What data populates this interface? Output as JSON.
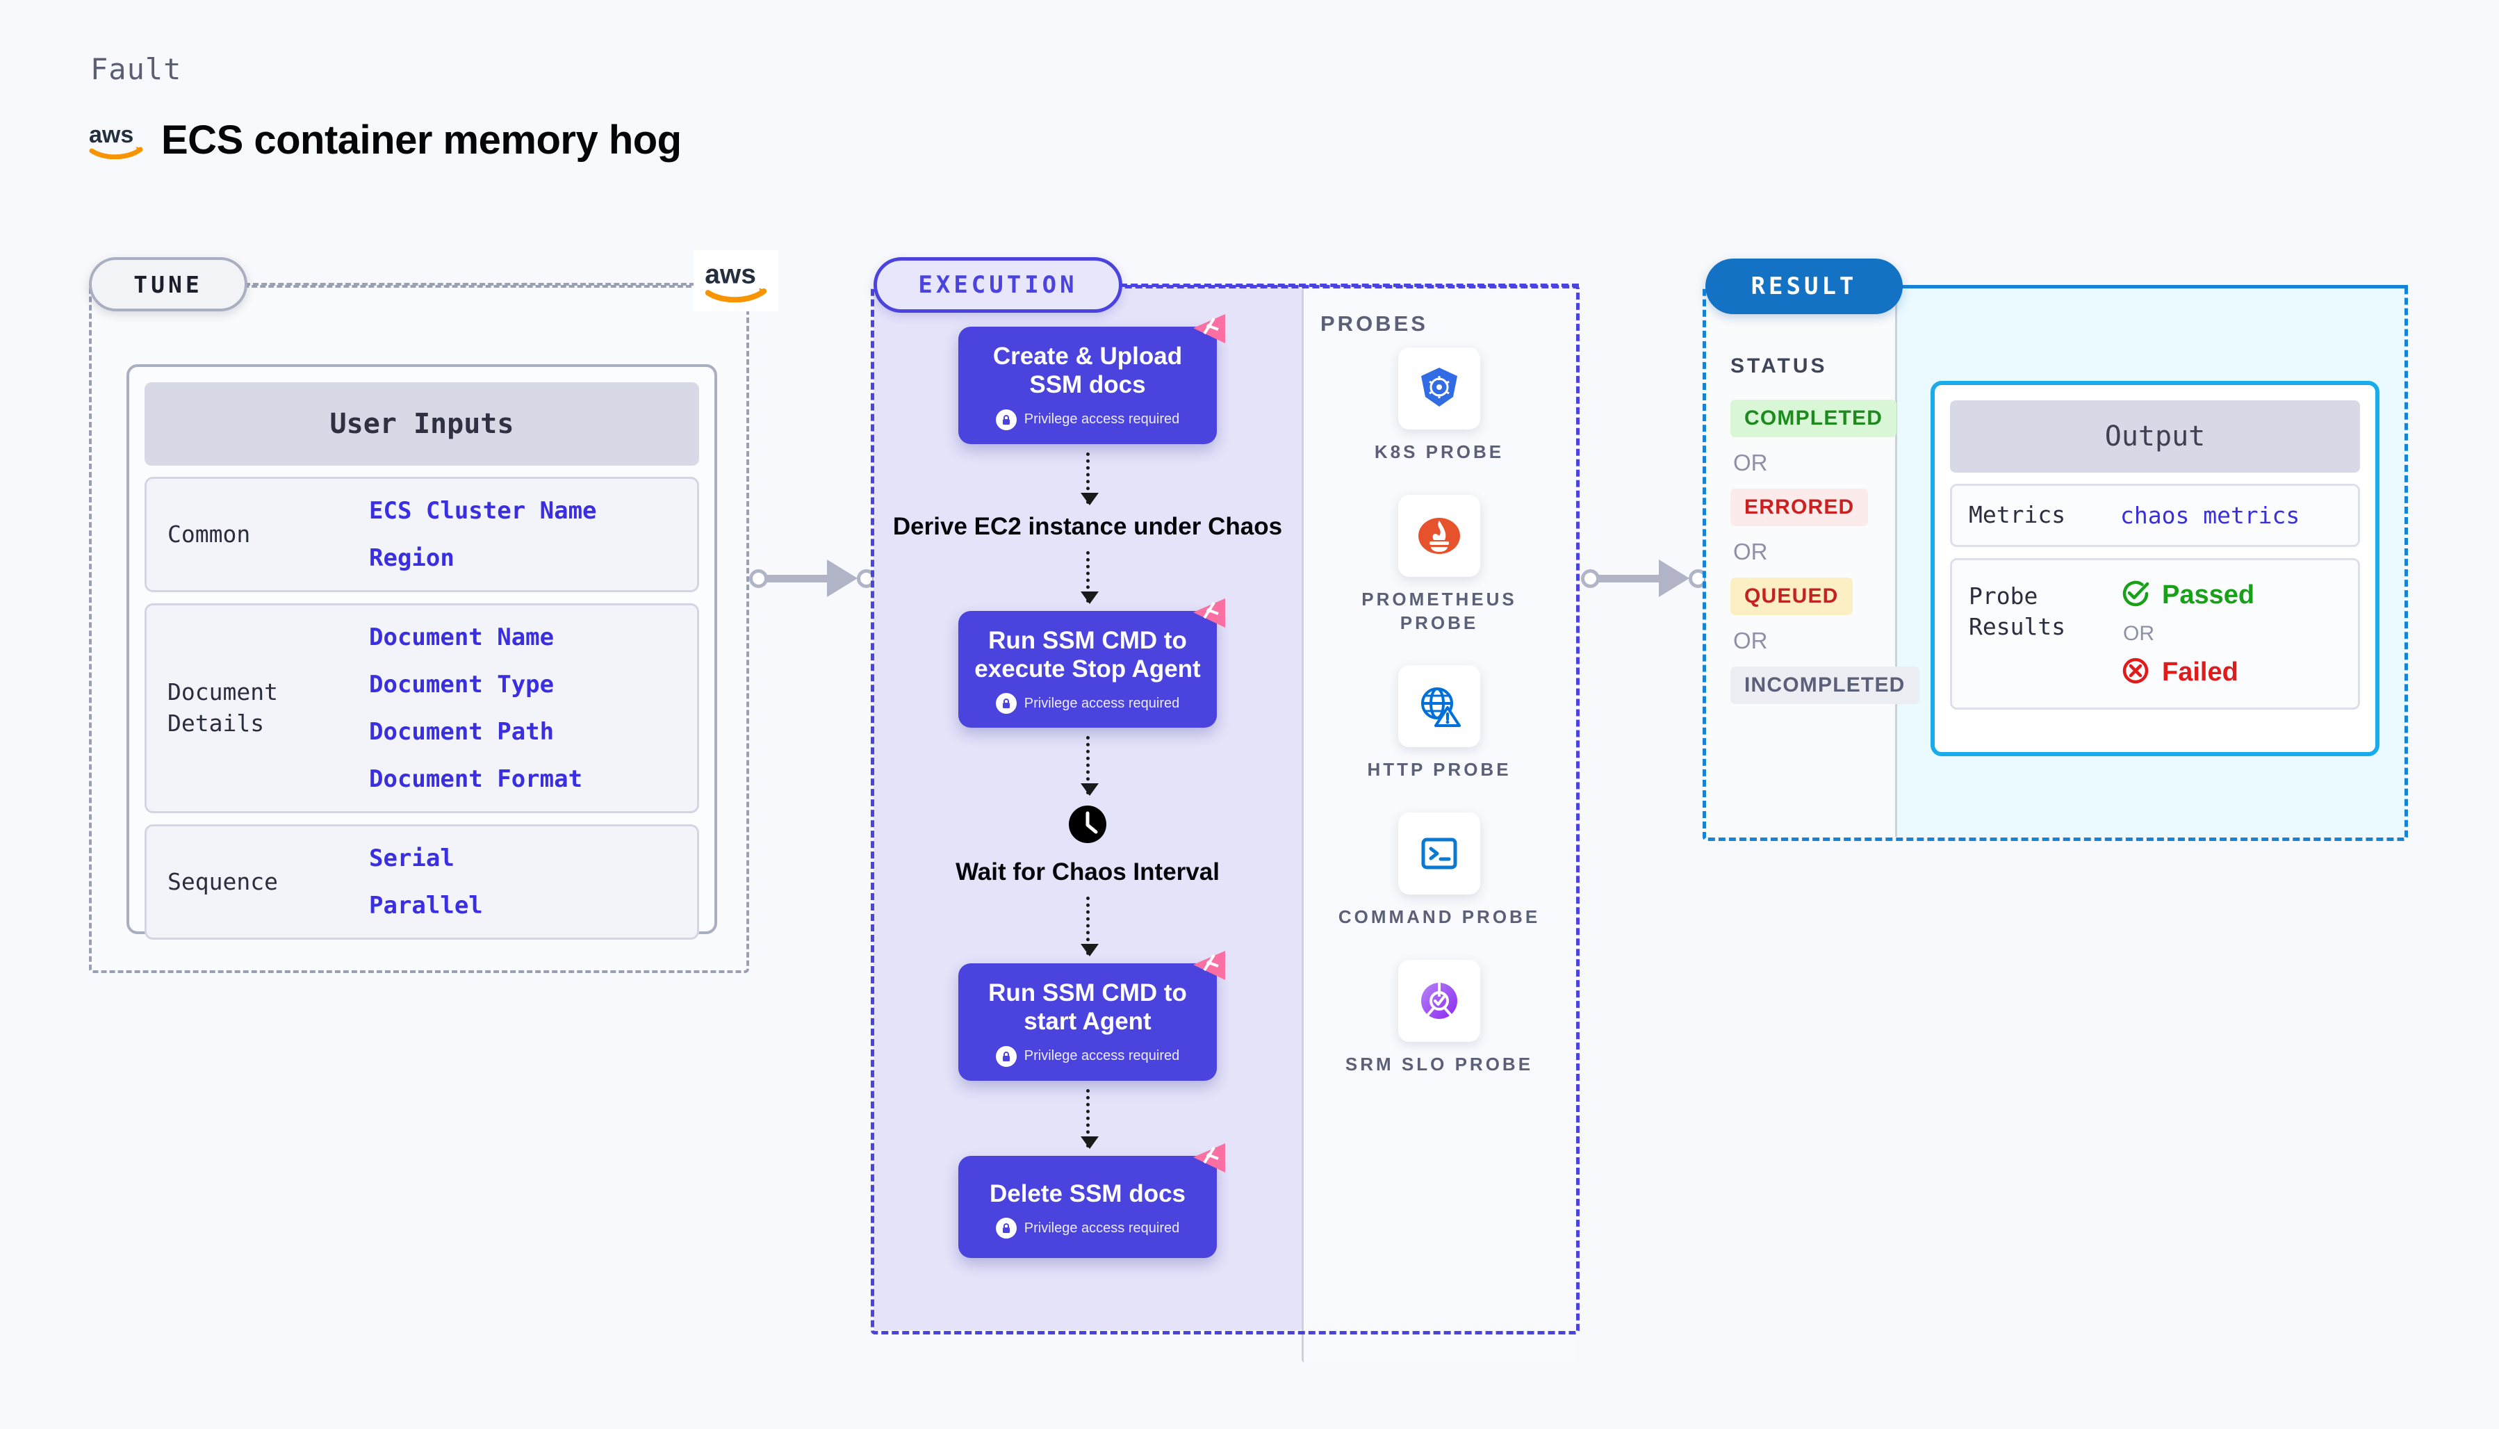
{
  "header": {
    "eyebrow": "Fault",
    "logo_icon": "aws-logo",
    "title": "ECS container memory hog"
  },
  "tune": {
    "badge": "TUNE",
    "aws_icon": "aws-logo",
    "card_title": "User Inputs",
    "groups": [
      {
        "label": "Common",
        "values": [
          "ECS Cluster Name",
          "Region"
        ]
      },
      {
        "label": "Document\nDetails",
        "values": [
          "Document Name",
          "Document Type",
          "Document Path",
          "Document Format"
        ]
      },
      {
        "label": "Sequence",
        "values": [
          "Serial",
          "Parallel"
        ]
      }
    ]
  },
  "execution": {
    "badge": "EXECUTION",
    "privilege_note": "Privilege access required",
    "lock_icon": "lock-icon",
    "flag_icon": "pink-flag-icon",
    "clock_icon": "clock-icon",
    "steps": [
      {
        "title": "Create & Upload SSM docs",
        "type": "task",
        "privileged": true
      },
      {
        "title": "Derive EC2 instance under Chaos",
        "type": "plain",
        "privileged": false
      },
      {
        "title": "Run SSM CMD to execute Stop Agent",
        "type": "task",
        "privileged": true
      },
      {
        "title": "Wait for Chaos Interval",
        "type": "clock",
        "privileged": false
      },
      {
        "title": "Run SSM CMD to start Agent",
        "type": "task",
        "privileged": true
      },
      {
        "title": "Delete SSM docs",
        "type": "task",
        "privileged": true
      }
    ]
  },
  "probes": {
    "title": "PROBES",
    "items": [
      {
        "label": "K8S PROBE",
        "icon": "kubernetes-icon"
      },
      {
        "label": "PROMETHEUS PROBE",
        "icon": "prometheus-icon"
      },
      {
        "label": "HTTP PROBE",
        "icon": "globe-warning-icon"
      },
      {
        "label": "COMMAND PROBE",
        "icon": "terminal-icon"
      },
      {
        "label": "SRM SLO PROBE",
        "icon": "slo-donut-icon"
      }
    ]
  },
  "result": {
    "badge": "RESULT",
    "status_title": "STATUS",
    "or_label": "OR",
    "statuses": [
      {
        "label": "COMPLETED",
        "bg": "#d9f7d6",
        "fg": "#1d8a1d"
      },
      {
        "label": "ERRORED",
        "bg": "#fcebeb",
        "fg": "#cc1f1f"
      },
      {
        "label": "QUEUED",
        "bg": "#fdefc4",
        "fg": "#c42121"
      },
      {
        "label": "INCOMPLETED",
        "bg": "#eceef4",
        "fg": "#5b6078"
      }
    ],
    "output": {
      "title": "Output",
      "metrics_label": "Metrics",
      "metrics_value": "chaos metrics",
      "probe_results_label": "Probe\nResults",
      "passed_label": "Passed",
      "passed_icon": "check-circle-icon",
      "failed_label": "Failed",
      "failed_icon": "x-circle-icon",
      "or_label": "OR"
    }
  },
  "colors": {
    "node_purple": "#4a43de",
    "exec_tint": "#e4e3f9",
    "result_blue": "#1472c4",
    "output_border": "#1aacea",
    "flag_pink": "#fb6fa3",
    "aws_orange": "#f79400",
    "passed_green": "#19a019",
    "failed_red": "#e01b1b"
  }
}
